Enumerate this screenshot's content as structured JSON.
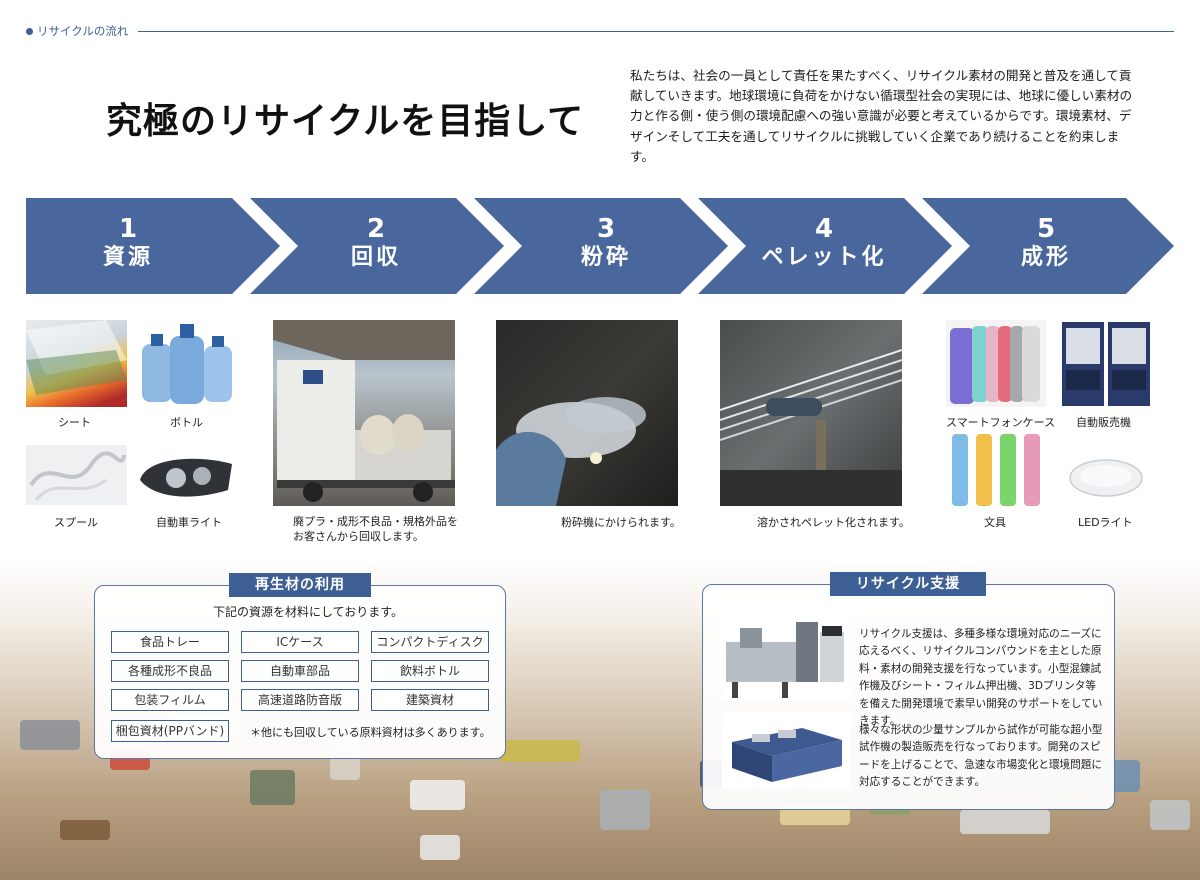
{
  "section_label": "リサイクルの流れ",
  "headline": "究極のリサイクルを目指して",
  "intro": "私たちは、社会の一員として責任を果たすべく、リサイクル素材の開発と普及を通して貢献していきます。地球環境に負荷をかけない循環型社会の実現には、地球に優しい素材の力と作る側・使う側の環境配慮への強い意識が必要と考えているからです。環境素材、デザインそして工夫を通してリサイクルに挑戦していく企業であり続けることを約束します。",
  "steps": [
    {
      "num": "1",
      "name": "資源"
    },
    {
      "num": "2",
      "name": "回収"
    },
    {
      "num": "3",
      "name": "粉砕"
    },
    {
      "num": "4",
      "name": "ペレット化"
    },
    {
      "num": "5",
      "name": "成形"
    }
  ],
  "captions": {
    "sheet": "シート",
    "bottle": "ボトル",
    "spool": "スプール",
    "headlight": "自動車ライト",
    "collection": "廃プラ・成形不良品・規格外品をお客さんから回収します。",
    "crusher": "粉砕機にかけられます。",
    "pellet": "溶かされペレット化されます。",
    "phonecase": "スマートフォンケース",
    "vending": "自動販売機",
    "stationery": "文具",
    "led": "LEDライト"
  },
  "recycled_box": {
    "title": "再生材の利用",
    "lead": "下記の資源を材料にしております。",
    "items": [
      "食品トレー",
      "ICケース",
      "コンパクトディスク",
      "各種成形不良品",
      "自動車部品",
      "飲料ボトル",
      "包装フィルム",
      "高速道路防音版",
      "建築資材",
      "梱包資材(PPバンド)"
    ],
    "note": "＊他にも回収している原料資材は多くあります。"
  },
  "support_box": {
    "title": "リサイクル支援",
    "text1": "リサイクル支援は、多種多様な環境対応のニーズに応えるべく、リサイクルコンパウンドを主とした原料・素材の開発支援を行なっています。小型混錬試作機及びシート・フィルム押出機、3Dプリンタ等を備えた開発環境で素早い開発のサポートをしていきます。",
    "text2": "様々な形状の少量サンプルから試作が可能な超小型試作機の製造販売を行なっております。開発のスピードを上げることで、急速な市場変化と環境問題に対応することができます。"
  },
  "colors": {
    "accent": "#3e5f94",
    "arrow": "#4a679d"
  }
}
